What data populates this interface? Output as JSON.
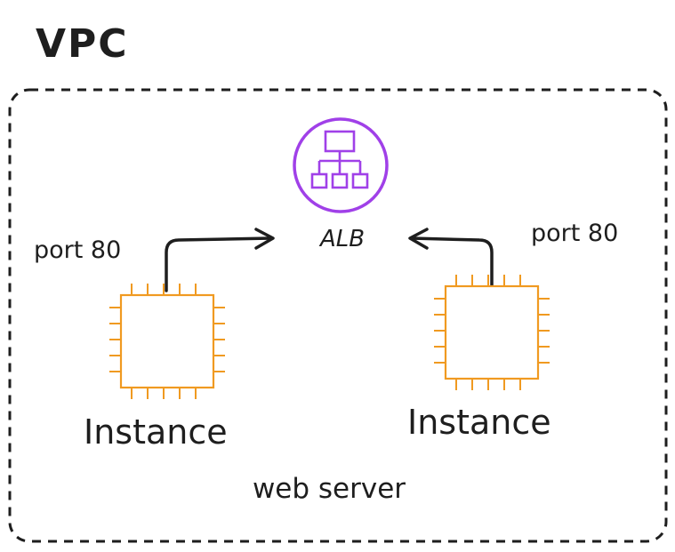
{
  "vpc": {
    "label": "VPC"
  },
  "alb": {
    "label": "ALB",
    "icon": "load-balancer-icon",
    "color": "#a040e8"
  },
  "left_instance": {
    "label": "Instance",
    "icon": "ec2-instance-icon",
    "color": "#f09a21",
    "port_label": "port 80"
  },
  "right_instance": {
    "label": "Instance",
    "icon": "ec2-instance-icon",
    "color": "#f09a21",
    "port_label": "port 80"
  },
  "footer": {
    "label": "web server"
  }
}
